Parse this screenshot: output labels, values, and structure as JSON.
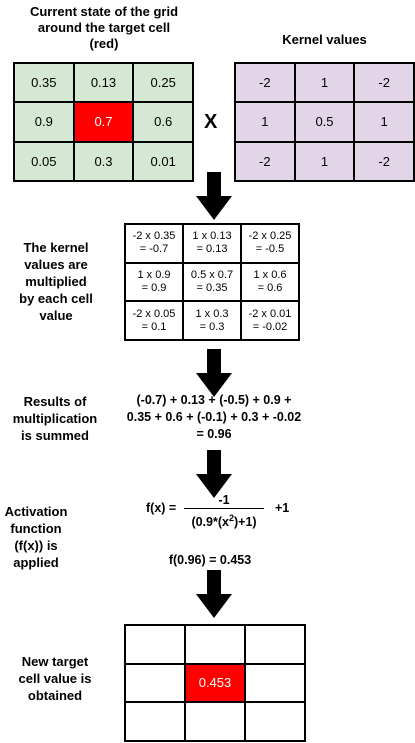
{
  "step1": {
    "title_lines": [
      "Current state of the grid",
      "around the target cell",
      "(red)"
    ],
    "kernel_title": "Kernel values",
    "operator": "X",
    "grid": [
      "0.35",
      "0.13",
      "0.25",
      "0.9",
      "0.7",
      "0.6",
      "0.05",
      "0.3",
      "0.01"
    ],
    "kernel": [
      "-2",
      "1",
      "-2",
      "1",
      "0.5",
      "1",
      "-2",
      "1",
      "-2"
    ]
  },
  "step2": {
    "label_lines": [
      "The kernel",
      "values are",
      "multiplied",
      "by each cell",
      "value"
    ],
    "products": [
      [
        "-2 x 0.35",
        "= -0.7"
      ],
      [
        "1 x 0.13",
        "= 0.13"
      ],
      [
        "-2 x 0.25",
        "= -0.5"
      ],
      [
        "1 x 0.9",
        "= 0.9"
      ],
      [
        "0.5 x 0.7",
        "= 0.35"
      ],
      [
        "1 x 0.6",
        "= 0.6"
      ],
      [
        "-2 x 0.05",
        "= 0.1"
      ],
      [
        "1 x 0.3",
        "= 0.3"
      ],
      [
        "-2 x 0.01",
        "= -0.02"
      ]
    ]
  },
  "step3": {
    "label_lines": [
      "Results of",
      "multiplication",
      "is summed"
    ],
    "sum_lines": [
      "(-0.7) + 0.13 + (-0.5) + 0.9 +",
      "0.35 + 0.6 + (-0.1) + 0.3 + -0.02",
      "= 0.96"
    ]
  },
  "step4": {
    "label_lines": [
      "Activation",
      "function",
      "(f(x)) is",
      "applied"
    ],
    "fx": "f(x) =",
    "numerator": "-1",
    "denominator_a": "(0.9*(x",
    "denominator_sup": "2",
    "denominator_b": ")+1)",
    "plus": "+1",
    "result": "f(0.96) = 0.453"
  },
  "step5": {
    "label_lines": [
      "New target",
      "cell value is",
      "obtained"
    ],
    "cells": [
      "",
      "",
      "",
      "",
      "0.453",
      "",
      "",
      "",
      ""
    ]
  },
  "colors": {
    "grid_bg": "#d5e8d4",
    "kernel_bg": "#e1d5e7",
    "target": "#ff0000"
  }
}
